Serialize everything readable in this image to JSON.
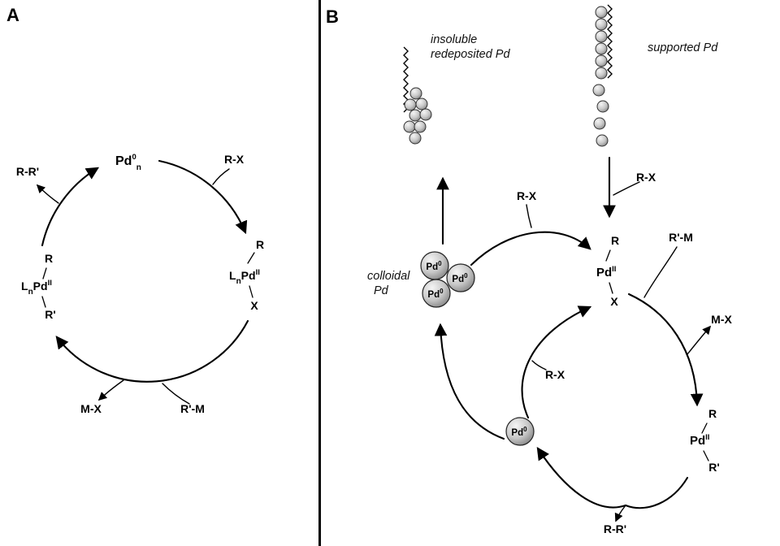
{
  "panelA": {
    "label": "A",
    "catalyst": {
      "base": "Pd",
      "sup": "0",
      "sub": "n"
    },
    "rx_label": "R-X",
    "oxidative_adduct": {
      "top": "R",
      "ligand": "L",
      "ligand_sub": "n",
      "metal": "Pd",
      "oxidation_state": "II",
      "bottom": "X"
    },
    "rm_label": "R'-M",
    "mx_label": "M-X",
    "diorganyl_complex": {
      "top": "R",
      "ligand": "L",
      "ligand_sub": "n",
      "metal": "Pd",
      "oxidation_state": "II",
      "bottom": "R'"
    },
    "product_label": "R-R'"
  },
  "panelB": {
    "label": "B",
    "insoluble_label_line1": "insoluble",
    "insoluble_label_line2": "redeposited Pd",
    "supported_label": "supported Pd",
    "supported_rx_label": "R-X",
    "colloidal_label_line1": "colloidal",
    "colloidal_label_line2": "Pd",
    "colloidal_rx_label": "R-X",
    "monomer_rx_label": "R-X",
    "pd0_sphere": {
      "base": "Pd",
      "sup": "0"
    },
    "oxidative_adduct": {
      "top": "R",
      "metal": "Pd",
      "oxidation_state": "II",
      "bottom": "X"
    },
    "rm_label": "R'-M",
    "mx_label": "M-X",
    "diorganyl_complex": {
      "top": "R",
      "metal": "Pd",
      "oxidation_state": "II",
      "bottom": "R'"
    },
    "product_label": "R-R'"
  },
  "colors": {
    "ink": "#000000",
    "sphere_highlight": "#f5f5f5",
    "sphere_mid": "#c8c8c8",
    "sphere_shadow": "#7f7f7f"
  }
}
